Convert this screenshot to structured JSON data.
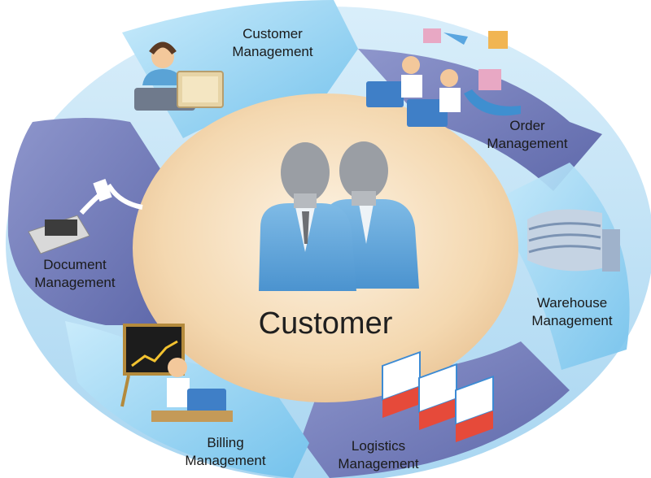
{
  "center": {
    "title": "Customer"
  },
  "segments": [
    {
      "id": "customer",
      "line1": "Customer",
      "line2": "Management"
    },
    {
      "id": "order",
      "line1": "Order",
      "line2": "Management"
    },
    {
      "id": "warehouse",
      "line1": "Warehouse",
      "line2": "Management"
    },
    {
      "id": "logistics",
      "line1": "Logistics",
      "line2": "Management"
    },
    {
      "id": "billing",
      "line1": "Billing",
      "line2": "Management"
    },
    {
      "id": "document",
      "line1": "Document",
      "line2": "Management"
    }
  ],
  "colors": {
    "ring_light": "#bfe2f6",
    "ring_mid": "#8fc7ea",
    "arrow_dark": "#6f78b8",
    "arrow_light": "#55b7e8",
    "center_fill": "#f6dcb8",
    "person_blue": "#5da7dc",
    "person_hair": "#8b8f94"
  },
  "icons": [
    "support-agent-icon",
    "order-team-icon",
    "warehouse-building-icon",
    "delivery-trucks-icon",
    "billing-chart-icon",
    "document-printer-icon",
    "customers-icon"
  ]
}
